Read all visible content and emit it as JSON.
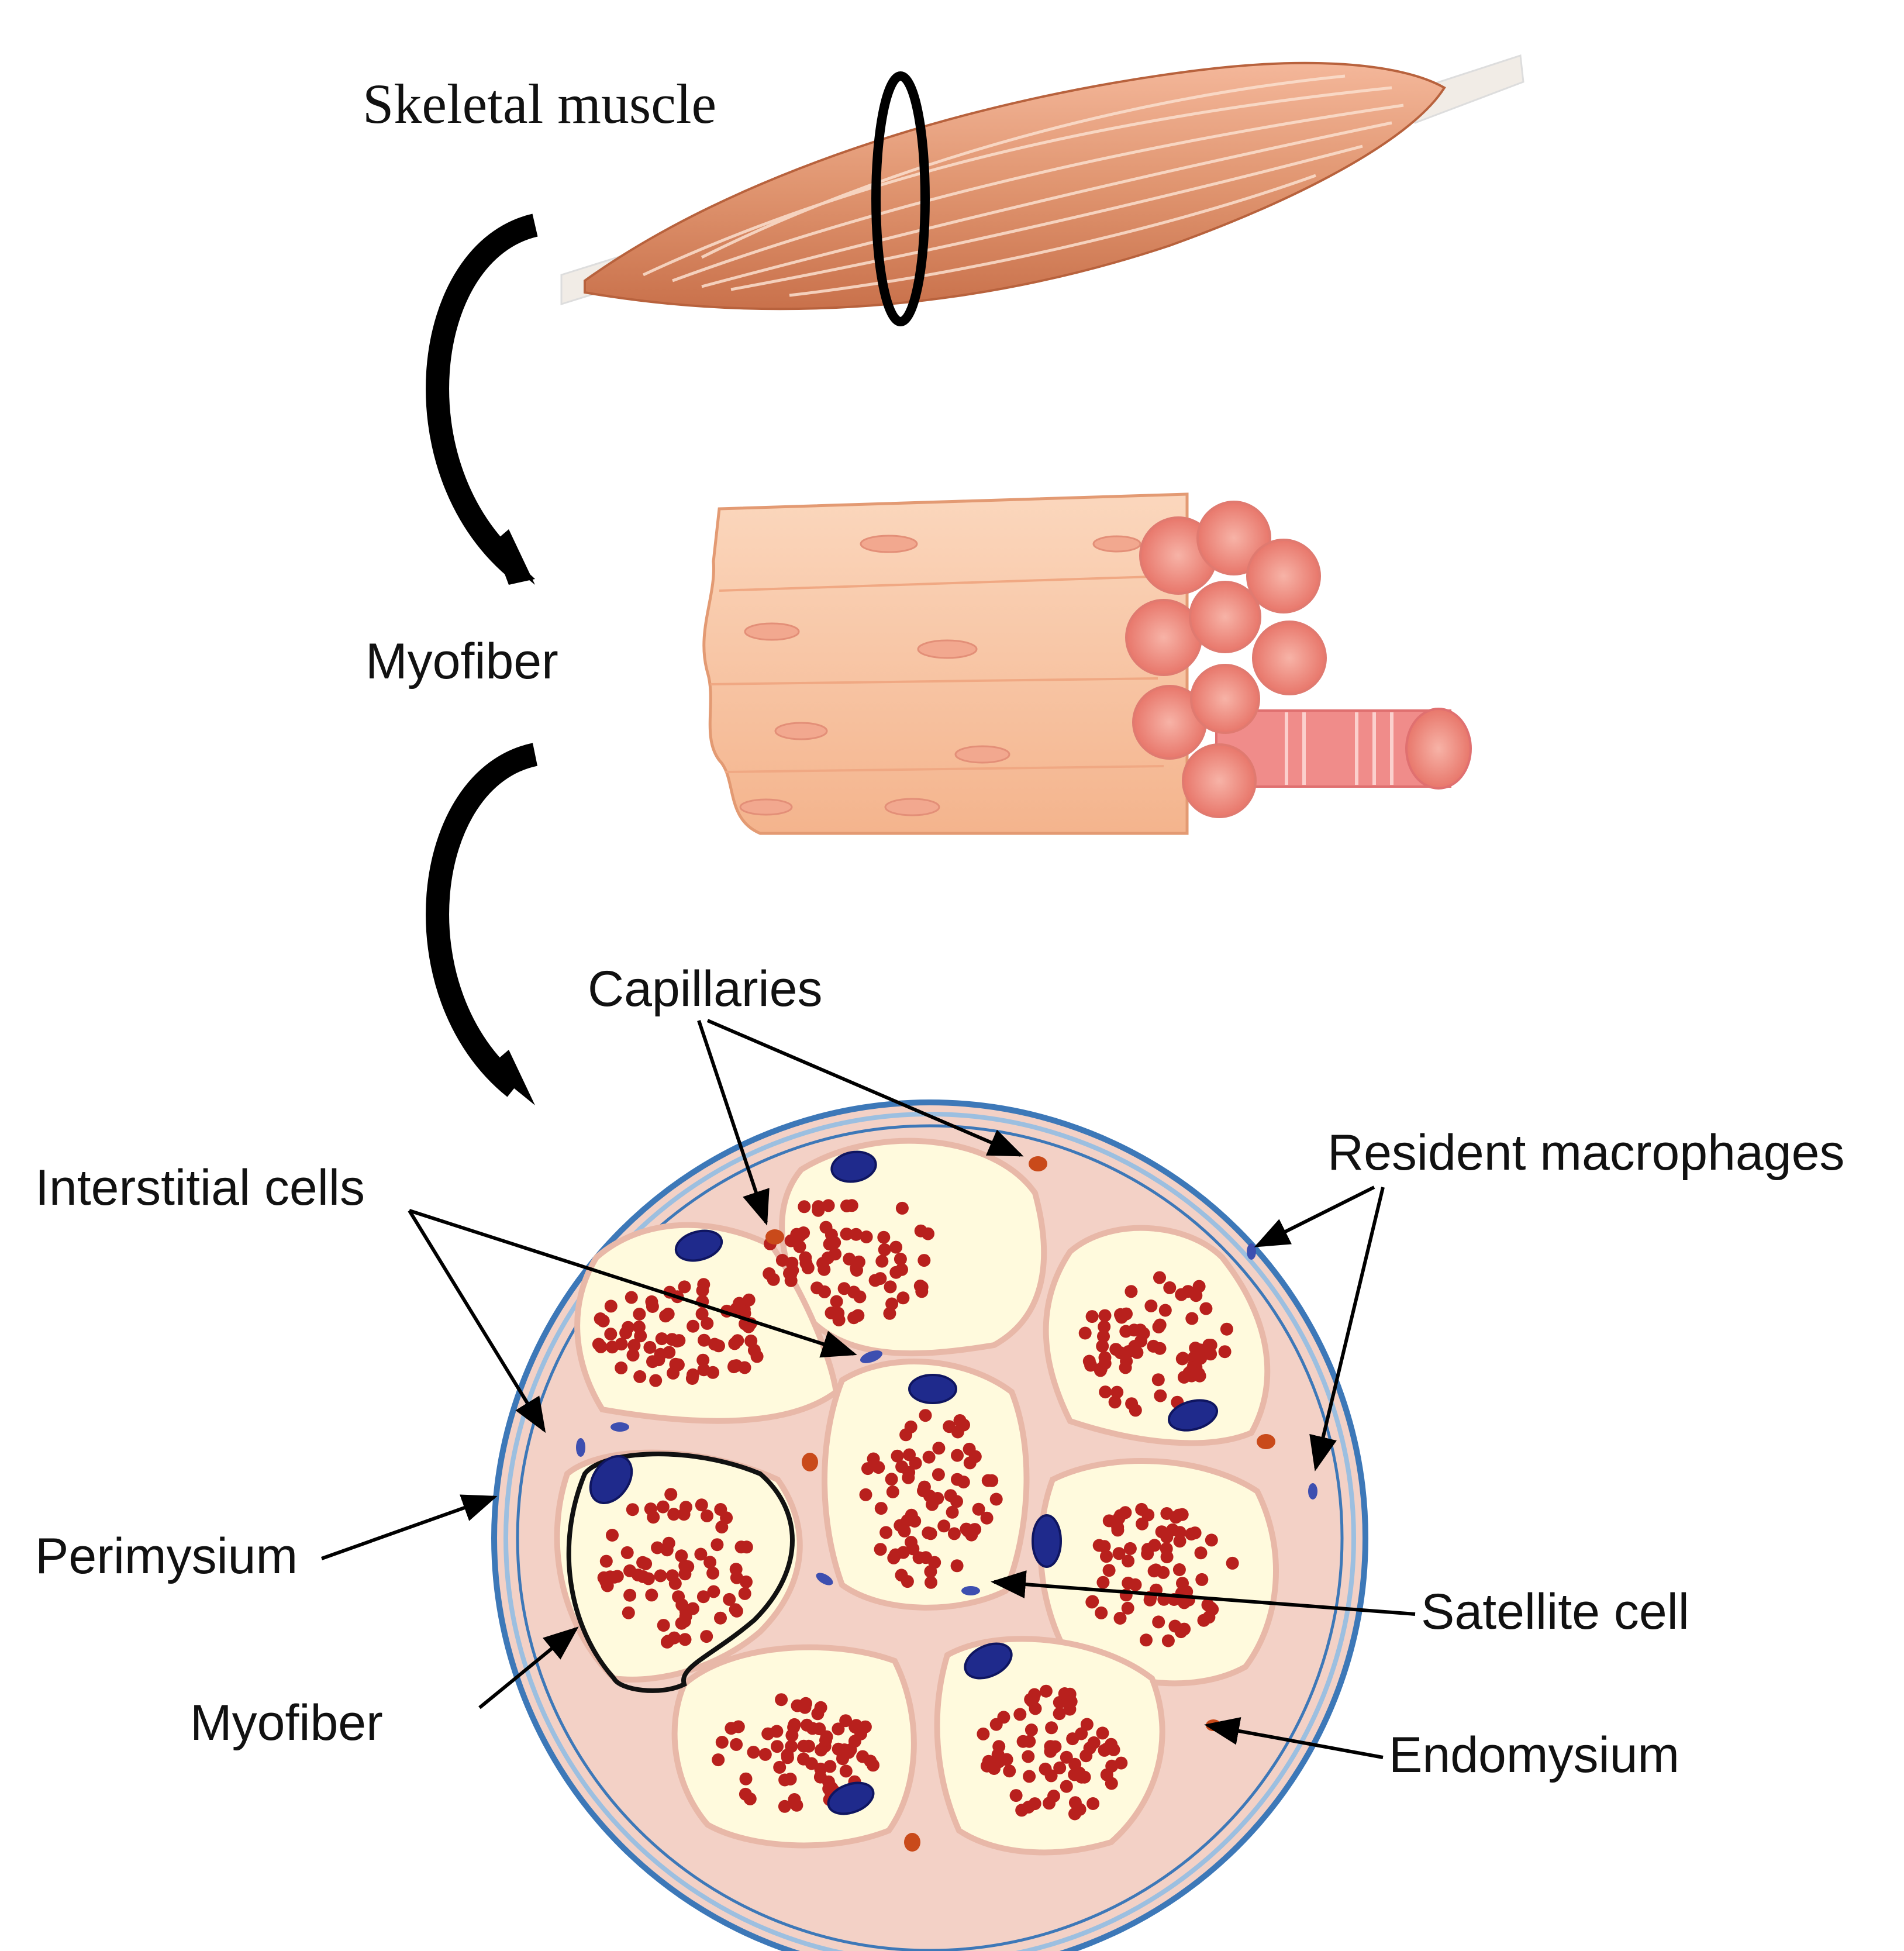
{
  "figure": {
    "labels": {
      "skeletal_muscle": "Skeletal muscle",
      "myofiber_top": "Myofiber",
      "capillaries": "Capillaries",
      "interstitial_cells": "Interstitial cells",
      "resident_macrophages": "Resident macrophages",
      "perimysium": "Perimysium",
      "satellite_cell": "Satellite cell",
      "myofiber_bottom": "Myofiber",
      "endomysium": "Endomysium"
    },
    "colors": {
      "muscle": "#d98a62",
      "muscle_light": "#f2c0a2",
      "tendon": "#f1ece6",
      "bundle_body": "#f8c7a3",
      "bundle_end": "#f19a8f",
      "dots": "#b8201d",
      "fiber_fill": "#fffadd",
      "connective": "#f3d1c6",
      "perimysium_blue": "#3d78b8",
      "nucleus_blue": "#1f2a8c",
      "capillary": "#c94a1a",
      "arrow": "#000000"
    },
    "icons": [
      "curved-arrow-icon",
      "straight-arrow-icon"
    ]
  }
}
